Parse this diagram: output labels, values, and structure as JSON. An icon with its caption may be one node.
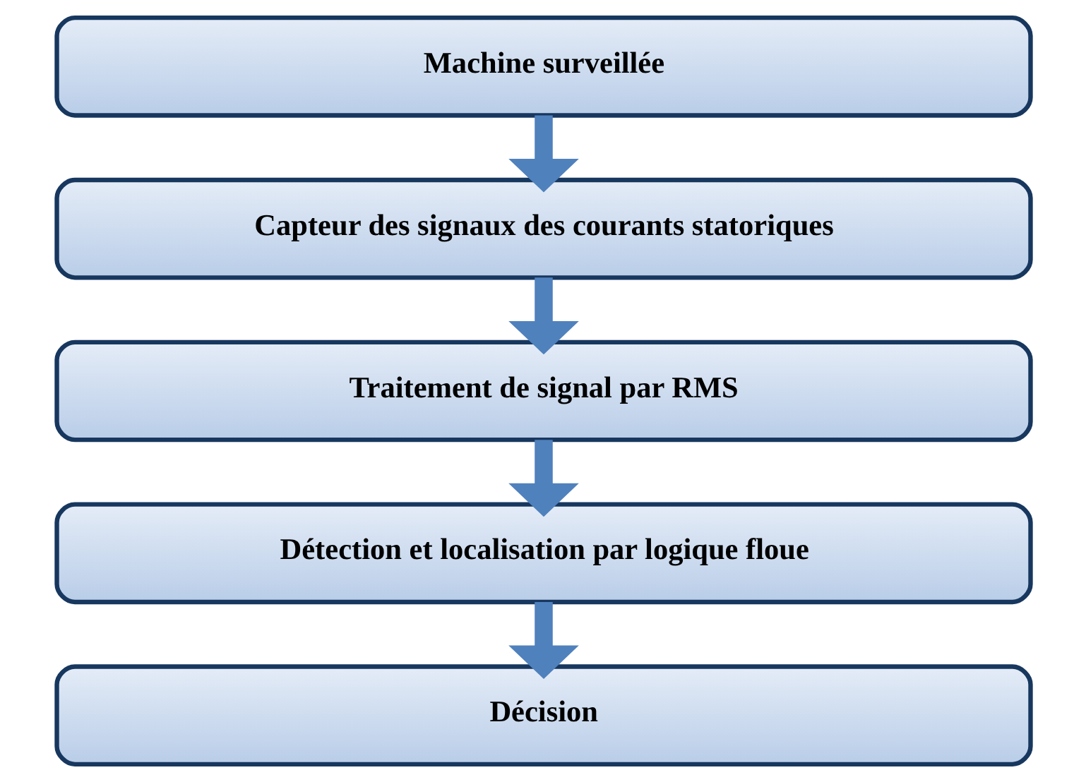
{
  "diagram": {
    "nodes": [
      {
        "text": [
          "Machine surveillée"
        ]
      },
      {
        "text": [
          "Capteur des signaux des courants statoriques"
        ]
      },
      {
        "text": [
          "Traitement de signal par RMS"
        ]
      },
      {
        "text": [
          "Détection et localisation par logique floue"
        ]
      },
      {
        "text": [
          "Décision"
        ]
      }
    ],
    "edges": [
      {
        "from": 0,
        "to": 1,
        "arrow": "to"
      },
      {
        "from": 1,
        "to": 2,
        "arrow": "to"
      },
      {
        "from": 2,
        "to": 3,
        "arrow": "to"
      },
      {
        "from": 3,
        "to": 4,
        "arrow": "to"
      }
    ]
  }
}
